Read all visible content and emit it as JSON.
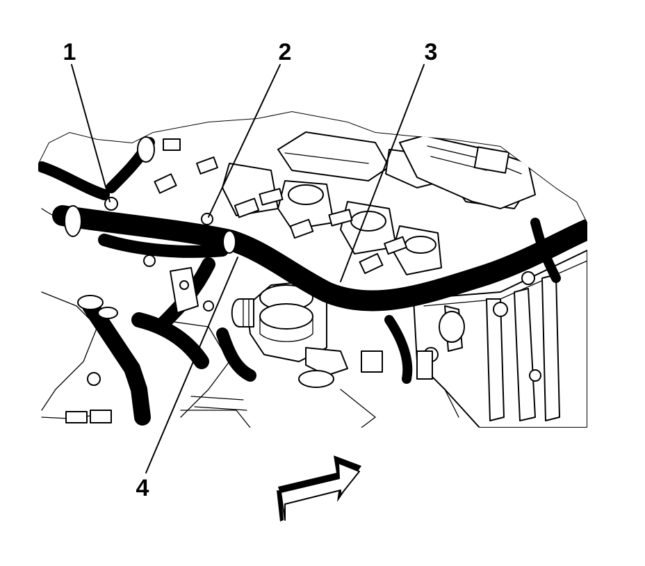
{
  "callouts": [
    {
      "id": 1,
      "label": "1"
    },
    {
      "id": 2,
      "label": "2"
    },
    {
      "id": 3,
      "label": "3"
    },
    {
      "id": 4,
      "label": "4"
    }
  ],
  "icons": {
    "direction_arrow": "forward-arrow-icon"
  },
  "colors": {
    "line": "#000000",
    "background": "#ffffff"
  }
}
